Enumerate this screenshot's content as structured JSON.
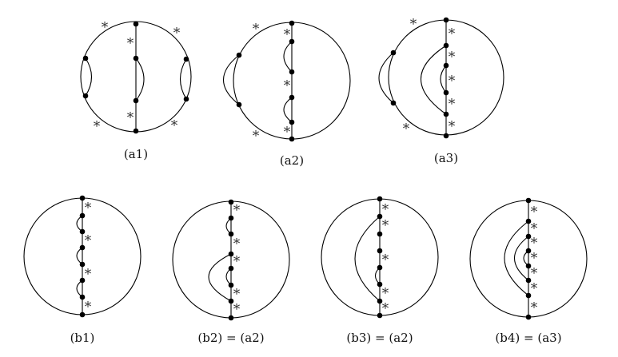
{
  "panels": [
    {
      "id": "a1",
      "caption": "(a1)"
    },
    {
      "id": "a2",
      "caption": "(a2)"
    },
    {
      "id": "a3",
      "caption": "(a3)"
    },
    {
      "id": "b1",
      "caption": "(b1)"
    },
    {
      "id": "b2",
      "caption": "(b2) = (a2)"
    },
    {
      "id": "b3",
      "caption": "(b3) = (a2)"
    },
    {
      "id": "b4",
      "caption": "(b4) = (a3)"
    }
  ],
  "marker_symbol": "*"
}
